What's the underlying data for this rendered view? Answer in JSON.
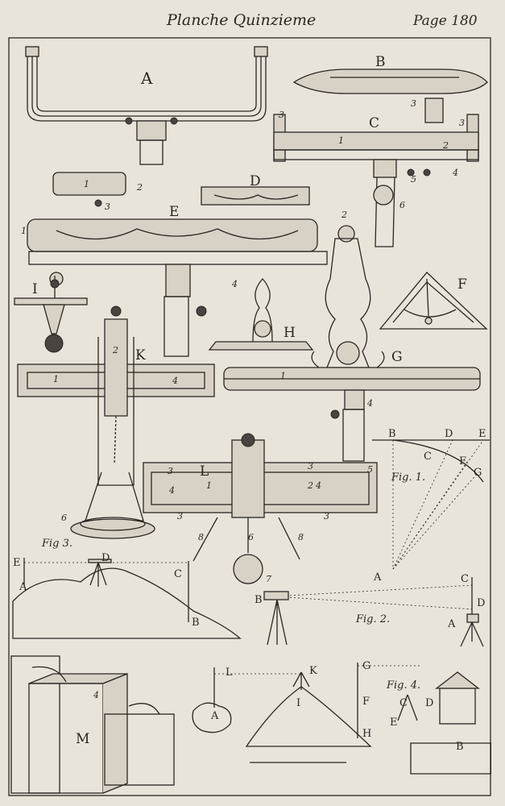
{
  "header": {
    "title": "Planche Quinzieme",
    "page": "Page 180"
  },
  "letters": {
    "A": "A",
    "B": "B",
    "C": "C",
    "D": "D",
    "E": "E",
    "F": "F",
    "G": "G",
    "H": "H",
    "I": "I",
    "K": "K",
    "L": "L",
    "M": "M"
  },
  "numbers": {
    "n1": "1",
    "n2": "2",
    "n3": "3",
    "n4": "4",
    "n5": "5",
    "n6": "6",
    "n7": "7",
    "n8": "8"
  },
  "figures": {
    "fig1": "Fig. 1.",
    "fig2": "Fig. 2.",
    "fig3": "Fig 3.",
    "fig4": "Fig. 4."
  }
}
